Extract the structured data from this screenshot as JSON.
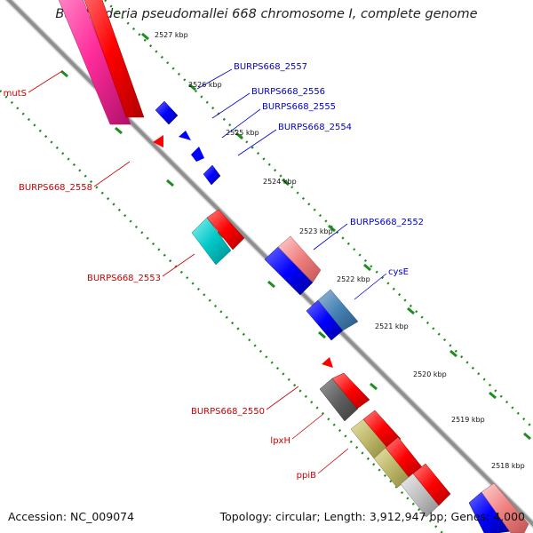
{
  "header": {
    "title": "Burkholderia pseudomallei 668 chromosome I, complete genome"
  },
  "footer": {
    "accession": "Accession: NC_009074",
    "topology": "Topology: circular; Length: 3,912,947 bp; Genes: 4,000"
  },
  "colors": {
    "backbone": "#8f8f8f",
    "ticks": "#1e8c1e",
    "forward_label": "#0000cc",
    "reverse_label": "#cc0000",
    "red": "#ff0000",
    "magenta": "#ff2d9b",
    "blue": "#0000ff",
    "cyan": "#00c8c8",
    "steel": "#4682b4",
    "salmon": "#f08080",
    "dark_gray": "#606060",
    "khaki": "#bdb76b",
    "light_gray": "#c0c0c0"
  },
  "scale": {
    "ticks": [
      "2527 kbp",
      "2526 kbp",
      "2525 kbp",
      "2524 kbp",
      "2523 kbp",
      "2522 kbp",
      "2521 kbp",
      "2520 kbp",
      "2519 kbp",
      "2518 kbp"
    ]
  },
  "labels": {
    "forward": [
      "BURPS668_2557",
      "BURPS668_2556",
      "BURPS668_2555",
      "BURPS668_2554",
      "BURPS668_2552",
      "cysE"
    ],
    "reverse": [
      "mutS",
      "BURPS668_2558",
      "BURPS668_2553",
      "BURPS668_2550",
      "lpxH",
      "ppiB"
    ]
  }
}
